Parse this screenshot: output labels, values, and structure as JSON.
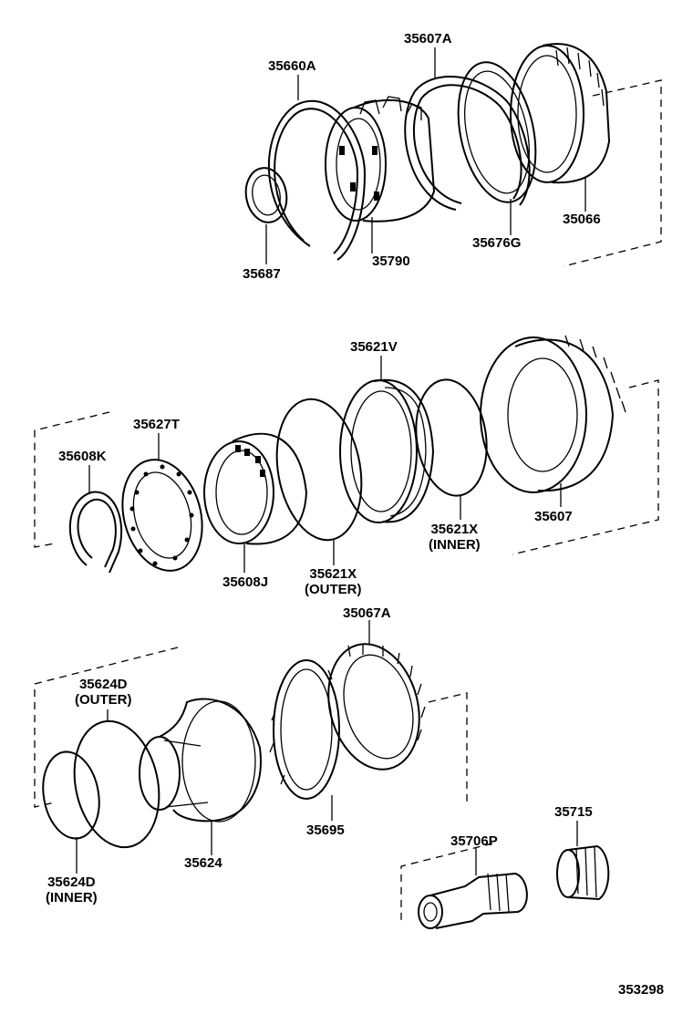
{
  "diagram_number": "353298",
  "parts": {
    "p35660A": "35660A",
    "p35607A": "35607A",
    "p35687": "35687",
    "p35790": "35790",
    "p35676G": "35676G",
    "p35066": "35066",
    "p35621V": "35621V",
    "p35627T": "35627T",
    "p35608K": "35608K",
    "p35608J": "35608J",
    "p35621X_outer": "35621X",
    "outer_note": "(OUTER)",
    "p35621X_inner": "35621X",
    "inner_note": "(INNER)",
    "p35607": "35607",
    "p35067A": "35067A",
    "p35624D_outer": "35624D",
    "outer_note2": "(OUTER)",
    "p35624D_inner": "35624D",
    "inner_note2": "(INNER)",
    "p35624": "35624",
    "p35695": "35695",
    "p35715": "35715",
    "p35706P": "35706P"
  }
}
